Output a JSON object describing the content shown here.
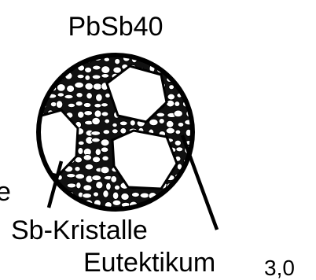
{
  "diagram": {
    "title": "PbSb40",
    "label_crystals": "Sb-Kristalle",
    "label_eutectic": "Eutektikum",
    "figure_number": "3,0",
    "edge_fragment": "e"
  },
  "colors": {
    "ink": "#000000",
    "grain": "#ffffff",
    "background": "#ffffff"
  }
}
